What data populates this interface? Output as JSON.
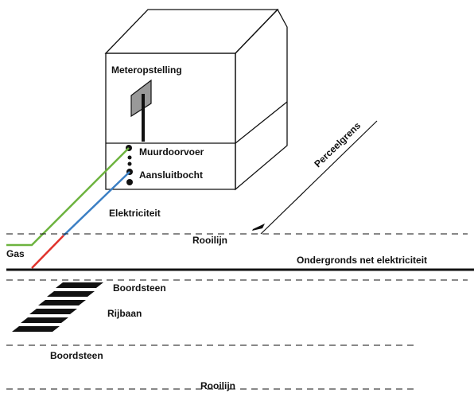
{
  "labels": {
    "meter": "Meteropstelling",
    "wall": "Muurdoorvoer",
    "bend": "Aansluitbocht",
    "electricity": "Elektriciteit",
    "boundary": "Perceelgrens",
    "building_line_top": "Rooilijn",
    "gas": "Gas",
    "network": "Ondergronds net elektriciteit",
    "curb_top": "Boordsteen",
    "road": "Rijbaan",
    "curb_bottom": "Boordsteen",
    "building_line_bottom": "Rooilijn"
  },
  "colors": {
    "gas_line": "#6db33f",
    "electric_line": "#3b7fc4",
    "electric_line_street": "#e0322b",
    "meter_box": "#999999",
    "ink": "#111111"
  },
  "icons": [
    "house-outline",
    "meter-box",
    "crosswalk-stripes"
  ]
}
